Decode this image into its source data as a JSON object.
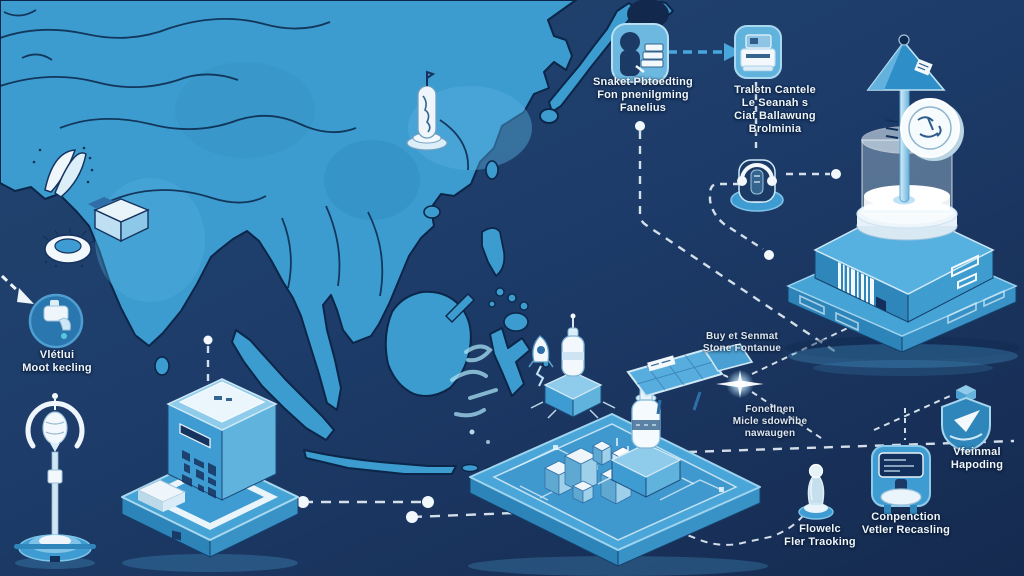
{
  "nodes": {
    "source_processing": {
      "icon": "person-documents-icon",
      "label_lines": [
        "Snaket Pbtoedting",
        "Fon pnenilgming",
        "Fanelius"
      ]
    },
    "train_console": {
      "icon": "printer-machine-icon",
      "label_lines": [
        "Traletn Cantele",
        "Le Seanah s",
        "Ciaf Ballawung",
        "Brolminia"
      ]
    },
    "visual_tracking": {
      "icon": "faucet-badge-icon",
      "label_lines": [
        "Vlétlui",
        "Moot kecling"
      ]
    },
    "signal_note": {
      "label_lines": [
        "Buy et Senmat",
        "Stone Fontanue"
      ]
    },
    "forecast_note": {
      "label_lines": [
        "Fonetlnen",
        "Micle sdowribe",
        "nawaugen"
      ]
    },
    "flow_tracking": {
      "icon": "pawn-piece-icon",
      "label_lines": [
        "Flowelc",
        "Fler Traoking"
      ]
    },
    "connection_recycling": {
      "icon": "console-bowl-icon",
      "label_lines": [
        "Conpenction",
        "Vetler Recasling"
      ]
    },
    "virtual_reporting": {
      "icon": "shield-send-icon",
      "label_lines": [
        "Vfeinmal",
        "Hapoding"
      ]
    }
  },
  "illustrations": [
    "asia-map",
    "quill-satellite",
    "parcel-box",
    "stadium-dish",
    "monument-tower",
    "headphones-pod",
    "alert-cone-apparatus",
    "bell-jar",
    "gauge-dial",
    "ballot-box-platform",
    "vintage-microphone-stand",
    "circuit-city-platform",
    "rocket",
    "solar-panel",
    "chess-pawn",
    "glow-star"
  ],
  "colors": {
    "background_top": "#23456f",
    "background_bottom": "#152a4f",
    "land": "#3d9ccf",
    "land_border": "#0b2648",
    "badge": "#5fb3dd",
    "white_detail": "#f2f8fc",
    "dashed_line": "#e8f1f8",
    "accent_glow": "#bfe6ff"
  }
}
